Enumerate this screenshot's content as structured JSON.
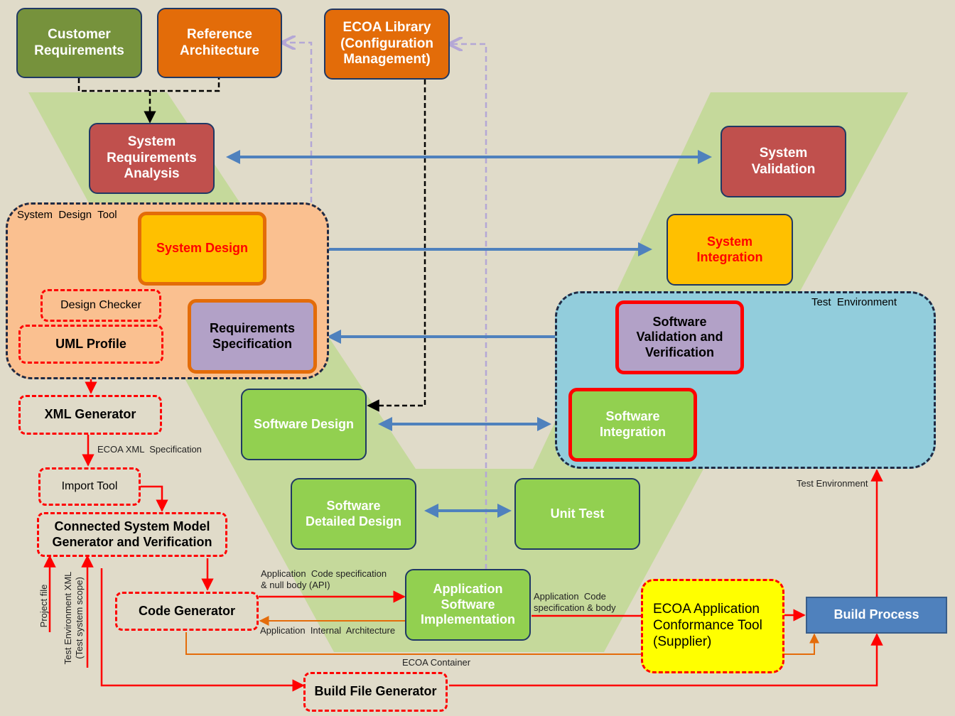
{
  "colors": {
    "background": "#e0dbc9",
    "v_shape": "#c5d99b",
    "green_dark": "#76923c",
    "orange": "#e36c09",
    "red_box": "#c0504d",
    "yellow_box": "#ffc000",
    "purple_box": "#b2a1c7",
    "green_box": "#92d050",
    "blue_arrow": "#4f81bd",
    "design_tool_bg": "#fac090",
    "test_env_bg": "#92cddc",
    "conformance_bg": "#ffff00",
    "build_bg": "#4f81bd",
    "red_arrow": "#ff0000",
    "orange_arrow": "#e46c0a",
    "lavender_dashed": "#b4a7d6"
  },
  "top": {
    "customer_requirements": "Customer\nRequirements",
    "reference_architecture": "Reference\nArchitecture",
    "ecoa_library": "ECOA Library\n(Configuration\nManagement)"
  },
  "v_left": {
    "system_requirements_analysis": "System\nRequirements\nAnalysis",
    "system_design": "System Design",
    "requirements_specification": "Requirements\nSpecification",
    "software_design": "Software Design",
    "software_detailed_design": "Software\nDetailed Design",
    "application_software_implementation": "Application\nSoftware\nImplementation"
  },
  "v_right": {
    "system_validation": "System\nValidation",
    "system_integration": "System\nIntegration",
    "software_validation_verification": "Software\nValidation and\nVerification",
    "software_integration": "Software\nIntegration",
    "unit_test": "Unit Test"
  },
  "panels": {
    "system_design_tool": "System  Design  Tool",
    "test_environment": "Test  Environment"
  },
  "tools": {
    "design_checker": "Design Checker",
    "uml_profile": "UML Profile",
    "xml_generator": "XML Generator",
    "import_tool": "Import Tool",
    "connected_system_model": "Connected System Model\nGenerator and Verification",
    "code_generator": "Code Generator",
    "build_file_generator": "Build File Generator",
    "conformance_tool": "ECOA Application\nConformance  Tool\n(Supplier)",
    "build_process": "Build Process"
  },
  "labels": {
    "ecoa_xml_spec": "ECOA XML  Specification",
    "app_code_spec_null": "Application  Code specification\n& null body (API)",
    "app_internal_arch": "Application  Internal  Architecture",
    "app_code_spec_body": "Application  Code\nspecification & body",
    "ecoa_container": "ECOA Container",
    "test_environment_out": "Test Environment",
    "project_file": "Project file",
    "test_env_xml": "Test Environment XML\n(Test system scope)"
  }
}
